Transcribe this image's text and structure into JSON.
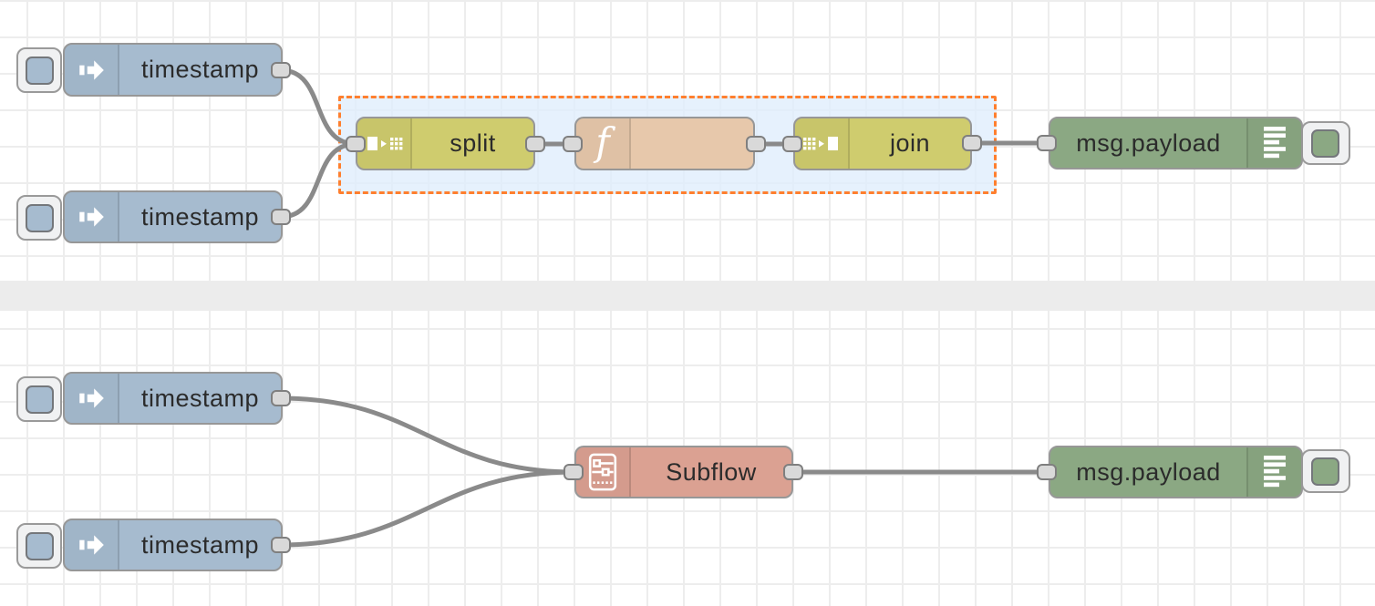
{
  "canvas": {
    "background": "#ffffff",
    "grid_color": "#ededed",
    "divider_color": "#ececec",
    "wire_color": "#8a8a8a",
    "selection_fill": "#deecfc",
    "selection_border": "#ff7f2e"
  },
  "nodes": {
    "inject1": {
      "type": "inject",
      "label": "timestamp",
      "color": "#a6bbcf"
    },
    "inject2": {
      "type": "inject",
      "label": "timestamp",
      "color": "#a6bbcf"
    },
    "split": {
      "type": "split",
      "label": "split",
      "color": "#cfcc6e"
    },
    "function": {
      "type": "function",
      "label": "",
      "color": "#e7c8ab"
    },
    "join": {
      "type": "join",
      "label": "join",
      "color": "#cfcc6e"
    },
    "debug1": {
      "type": "debug",
      "label": "msg.payload",
      "color": "#8ba883"
    },
    "inject3": {
      "type": "inject",
      "label": "timestamp",
      "color": "#a6bbcf"
    },
    "inject4": {
      "type": "inject",
      "label": "timestamp",
      "color": "#a6bbcf"
    },
    "subflow": {
      "type": "subflow",
      "label": "Subflow",
      "color": "#dba192"
    },
    "debug2": {
      "type": "debug",
      "label": "msg.payload",
      "color": "#8ba883"
    }
  },
  "icons": {
    "function_glyph": "f",
    "inject_icon": "arrow-right-icon",
    "split_icon": "split-icon",
    "join_icon": "join-icon",
    "debug_icon": "list-lines-icon",
    "subflow_icon": "subflow-diagram-icon"
  }
}
